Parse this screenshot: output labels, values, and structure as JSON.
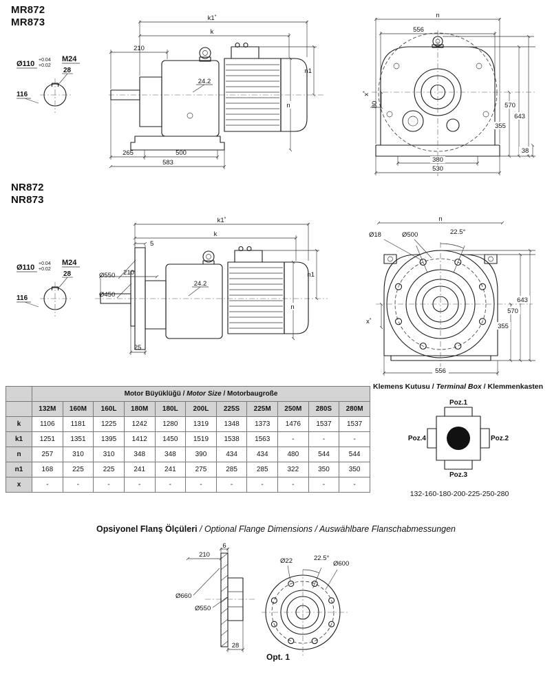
{
  "models": {
    "mr_line1": "MR872",
    "mr_line2": "MR873",
    "nr_line1": "NR872",
    "nr_line2": "NR873"
  },
  "marks": {
    "star": "*"
  },
  "shaft_detail": {
    "dia": "Ø110",
    "tol_upper": "+0.04",
    "tol_lower": "+0.02",
    "thread": "M24",
    "d28": "28",
    "d116": "116"
  },
  "mr_side": {
    "k1": "k1",
    "k": "k",
    "d210": "210",
    "d24_2": "24.2",
    "n1": "n1",
    "n": "n",
    "d265": "265",
    "d500": "500",
    "d583": "583"
  },
  "mr_front": {
    "n": "n",
    "d556": "556",
    "d643": "643",
    "d570": "570",
    "d355": "355",
    "d80": "80",
    "x": "x",
    "d38": "38",
    "d380": "380",
    "d530": "530"
  },
  "nr_side": {
    "k1": "k1",
    "k": "k",
    "d5": "5",
    "d210": "210",
    "d24_2": "24.2",
    "n1": "n1",
    "n": "n",
    "dia550": "Ø550",
    "dia450": "Ø450",
    "d25": "25"
  },
  "nr_front": {
    "n": "n",
    "dia18": "Ø18",
    "dia500": "Ø500",
    "angle": "22.5°",
    "d643": "643",
    "d570": "570",
    "d355": "355",
    "x": "x",
    "d556": "556"
  },
  "size_table": {
    "title_tr": "Motor Büyüklüğü / ",
    "title_en": "Motor Size",
    "title_de": " / Motorbaugroße",
    "columns": [
      "132M",
      "160M",
      "160L",
      "180M",
      "180L",
      "200L",
      "225S",
      "225M",
      "250M",
      "280S",
      "280M"
    ],
    "rows": [
      {
        "label": "k",
        "values": [
          "1106",
          "1181",
          "1225",
          "1242",
          "1280",
          "1319",
          "1348",
          "1373",
          "1476",
          "1537",
          "1537"
        ]
      },
      {
        "label": "k1",
        "values": [
          "1251",
          "1351",
          "1395",
          "1412",
          "1450",
          "1519",
          "1538",
          "1563",
          "-",
          "-",
          "-"
        ]
      },
      {
        "label": "n",
        "values": [
          "257",
          "310",
          "310",
          "348",
          "348",
          "390",
          "434",
          "434",
          "480",
          "544",
          "544"
        ]
      },
      {
        "label": "n1",
        "values": [
          "168",
          "225",
          "225",
          "241",
          "241",
          "275",
          "285",
          "285",
          "322",
          "350",
          "350"
        ]
      },
      {
        "label": "x",
        "values": [
          "-",
          "-",
          "-",
          "-",
          "-",
          "-",
          "-",
          "-",
          "-",
          "-",
          "-"
        ]
      }
    ]
  },
  "terminal_box": {
    "title_tr": "Klemens Kutusu / ",
    "title_en": "Terminal Box",
    "title_de": " / Klemmenkasten",
    "poz1": "Poz.1",
    "poz2": "Poz.2",
    "poz3": "Poz.3",
    "poz4": "Poz.4",
    "sizes": "132-160-180-200-225-250-280"
  },
  "flange": {
    "title_tr": "Opsiyonel Flanş Ölçüleri",
    "title_rest": " / Optional Flange Dimensions / Auswählbare Flanschabmessungen",
    "d6": "6",
    "d210": "210",
    "dia22": "Ø22",
    "angle": "22.5°",
    "dia600": "Ø600",
    "dia660": "Ø660",
    "dia550": "Ø550",
    "d28": "28",
    "opt": "Opt. 1"
  },
  "colors": {
    "table_header_bg": "#d4d4d4",
    "table_border": "#777777",
    "line_color": "#1a1a1a"
  }
}
